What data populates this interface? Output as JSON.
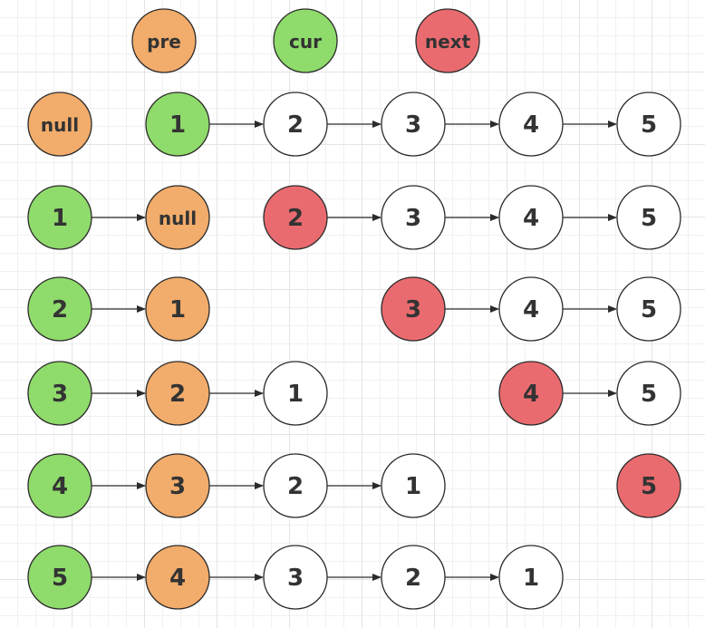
{
  "colors": {
    "pre": "#f2ac6b",
    "cur": "#8fdb6b",
    "next": "#ea6b6f",
    "plain": "#ffffff",
    "stroke": "#2b2b2b",
    "text": "#333333"
  },
  "legend": [
    {
      "label": "pre",
      "role": "pre"
    },
    {
      "label": "cur",
      "role": "cur"
    },
    {
      "label": "next",
      "role": "next"
    }
  ],
  "rows": [
    {
      "nodes": [
        {
          "label": "null",
          "role": "pre"
        },
        {
          "label": "1",
          "role": "cur"
        },
        {
          "label": "2",
          "role": "plain"
        },
        {
          "label": "3",
          "role": "plain"
        },
        {
          "label": "4",
          "role": "plain"
        },
        {
          "label": "5",
          "role": "plain"
        }
      ],
      "links": [
        [
          1,
          2
        ],
        [
          2,
          3
        ],
        [
          3,
          4
        ],
        [
          4,
          5
        ]
      ]
    },
    {
      "nodes": [
        {
          "label": "1",
          "role": "cur"
        },
        {
          "label": "null",
          "role": "pre"
        },
        {
          "label": "2",
          "role": "next"
        },
        {
          "label": "3",
          "role": "plain"
        },
        {
          "label": "4",
          "role": "plain"
        },
        {
          "label": "5",
          "role": "plain"
        }
      ],
      "links": [
        [
          0,
          1
        ],
        [
          2,
          3
        ],
        [
          3,
          4
        ],
        [
          4,
          5
        ]
      ]
    },
    {
      "nodes": [
        {
          "label": "2",
          "role": "cur"
        },
        {
          "label": "1",
          "role": "pre"
        },
        null,
        {
          "label": "3",
          "role": "next"
        },
        {
          "label": "4",
          "role": "plain"
        },
        {
          "label": "5",
          "role": "plain"
        }
      ],
      "links": [
        [
          0,
          1
        ],
        [
          3,
          4
        ],
        [
          4,
          5
        ]
      ]
    },
    {
      "nodes": [
        {
          "label": "3",
          "role": "cur"
        },
        {
          "label": "2",
          "role": "pre"
        },
        {
          "label": "1",
          "role": "plain"
        },
        null,
        {
          "label": "4",
          "role": "next"
        },
        {
          "label": "5",
          "role": "plain"
        }
      ],
      "links": [
        [
          0,
          1
        ],
        [
          1,
          2
        ],
        [
          4,
          5
        ]
      ]
    },
    {
      "nodes": [
        {
          "label": "4",
          "role": "cur"
        },
        {
          "label": "3",
          "role": "pre"
        },
        {
          "label": "2",
          "role": "plain"
        },
        {
          "label": "1",
          "role": "plain"
        },
        null,
        {
          "label": "5",
          "role": "next"
        }
      ],
      "links": [
        [
          0,
          1
        ],
        [
          1,
          2
        ],
        [
          2,
          3
        ]
      ]
    },
    {
      "nodes": [
        {
          "label": "5",
          "role": "cur"
        },
        {
          "label": "4",
          "role": "pre"
        },
        {
          "label": "3",
          "role": "plain"
        },
        {
          "label": "2",
          "role": "plain"
        },
        {
          "label": "1",
          "role": "plain"
        },
        null
      ],
      "links": [
        [
          0,
          1
        ],
        [
          1,
          2
        ],
        [
          2,
          3
        ],
        [
          3,
          4
        ]
      ]
    }
  ]
}
